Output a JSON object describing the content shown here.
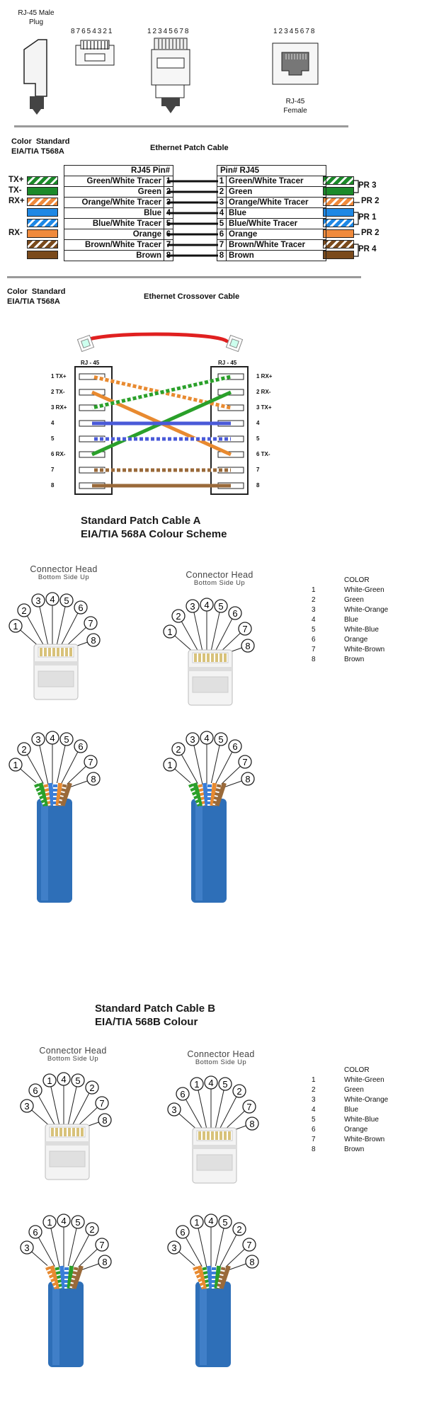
{
  "top": {
    "plug_label": "RJ-45 Male\nPlug",
    "plug_pins_side": "87654321",
    "plug_pins_front": "12345678",
    "jack_pins": "12345678",
    "jack_label": "RJ-45\nFemale"
  },
  "patch": {
    "standard": "Color  Standard\nEIA/TIA T568A",
    "title": "Ethernet Patch Cable",
    "left_header": "RJ45   Pin#",
    "right_header": "Pin#   RJ45",
    "signals": [
      "TX+",
      "TX-",
      "RX+",
      "",
      "",
      "RX-",
      "",
      ""
    ],
    "rows": [
      {
        "pin": "1",
        "name": "Green/White Tracer",
        "color": "#1c8a2a",
        "stripe": true
      },
      {
        "pin": "2",
        "name": "Green",
        "color": "#1c8a2a",
        "stripe": false
      },
      {
        "pin": "3",
        "name": "Orange/White Tracer",
        "color": "#f08a3c",
        "stripe": true
      },
      {
        "pin": "4",
        "name": "Blue",
        "color": "#1e88e5",
        "stripe": false
      },
      {
        "pin": "5",
        "name": "Blue/White Tracer",
        "color": "#1e88e5",
        "stripe": true
      },
      {
        "pin": "6",
        "name": "Orange",
        "color": "#f08a3c",
        "stripe": false
      },
      {
        "pin": "7",
        "name": "Brown/White Tracer",
        "color": "#7a4a1c",
        "stripe": true
      },
      {
        "pin": "8",
        "name": "Brown",
        "color": "#7a4a1c",
        "stripe": false
      }
    ],
    "right_rows": [
      "Green/White Tracer",
      "Green",
      "Orange/White Tracer",
      "Blue",
      "Blue/White Tracer",
      "Orange",
      "Brown/White Tracer",
      "Brown"
    ],
    "pairs": [
      "PR 3",
      "PR 2",
      "PR 1",
      "PR 2",
      "PR 4"
    ]
  },
  "crossover": {
    "standard": "Color  Standard\nEIA/TIA T568A",
    "title": "Ethernet Crossover Cable",
    "rj45": "RJ - 45",
    "left_labels": [
      "1 TX+",
      "2 TX-",
      "3 RX+",
      "4",
      "5",
      "6 RX-",
      "7",
      "8"
    ],
    "right_labels": [
      "1 RX+",
      "2 RX-",
      "3 TX+",
      "4",
      "5",
      "6 TX-",
      "7",
      "8"
    ]
  },
  "schemeA": {
    "title": "Standard Patch Cable A\nEIA/TIA 568A Colour Scheme",
    "connector_head": "Connector Head",
    "bottom_side_up": "Bottom Side Up",
    "color_header": "COLOR",
    "list": [
      {
        "n": "1",
        "c": "White-Green"
      },
      {
        "n": "2",
        "c": "Green"
      },
      {
        "n": "3",
        "c": "White-Orange"
      },
      {
        "n": "4",
        "c": "Blue"
      },
      {
        "n": "5",
        "c": "White-Blue"
      },
      {
        "n": "6",
        "c": "Orange"
      },
      {
        "n": "7",
        "c": "White-Brown"
      },
      {
        "n": "8",
        "c": "Brown"
      }
    ]
  },
  "schemeB": {
    "title": "Standard Patch Cable B\nEIA/TIA 568B Colour",
    "connector_head": "Connector Head",
    "bottom_side_up": "Bottom Side Up",
    "color_header": "COLOR",
    "list": [
      {
        "n": "1",
        "c": "White-Green"
      },
      {
        "n": "2",
        "c": "Green"
      },
      {
        "n": "3",
        "c": "White-Orange"
      },
      {
        "n": "4",
        "c": "Blue"
      },
      {
        "n": "5",
        "c": "White-Blue"
      },
      {
        "n": "6",
        "c": "Orange"
      },
      {
        "n": "7",
        "c": "White-Brown"
      },
      {
        "n": "8",
        "c": "Brown"
      }
    ]
  },
  "colors": {
    "cable_blue": "#2e6fb8",
    "red_cable": "#e02020",
    "green": "#2aa02a",
    "orange": "#e88a30",
    "blue_wire": "#4a5ad8",
    "brown": "#9a6a3a"
  },
  "balloon_numbers_A": [
    "1",
    "2",
    "3",
    "4",
    "5",
    "6",
    "7",
    "8"
  ],
  "balloon_numbers_B": [
    "3",
    "6",
    "1",
    "4",
    "5",
    "2",
    "7",
    "8"
  ]
}
